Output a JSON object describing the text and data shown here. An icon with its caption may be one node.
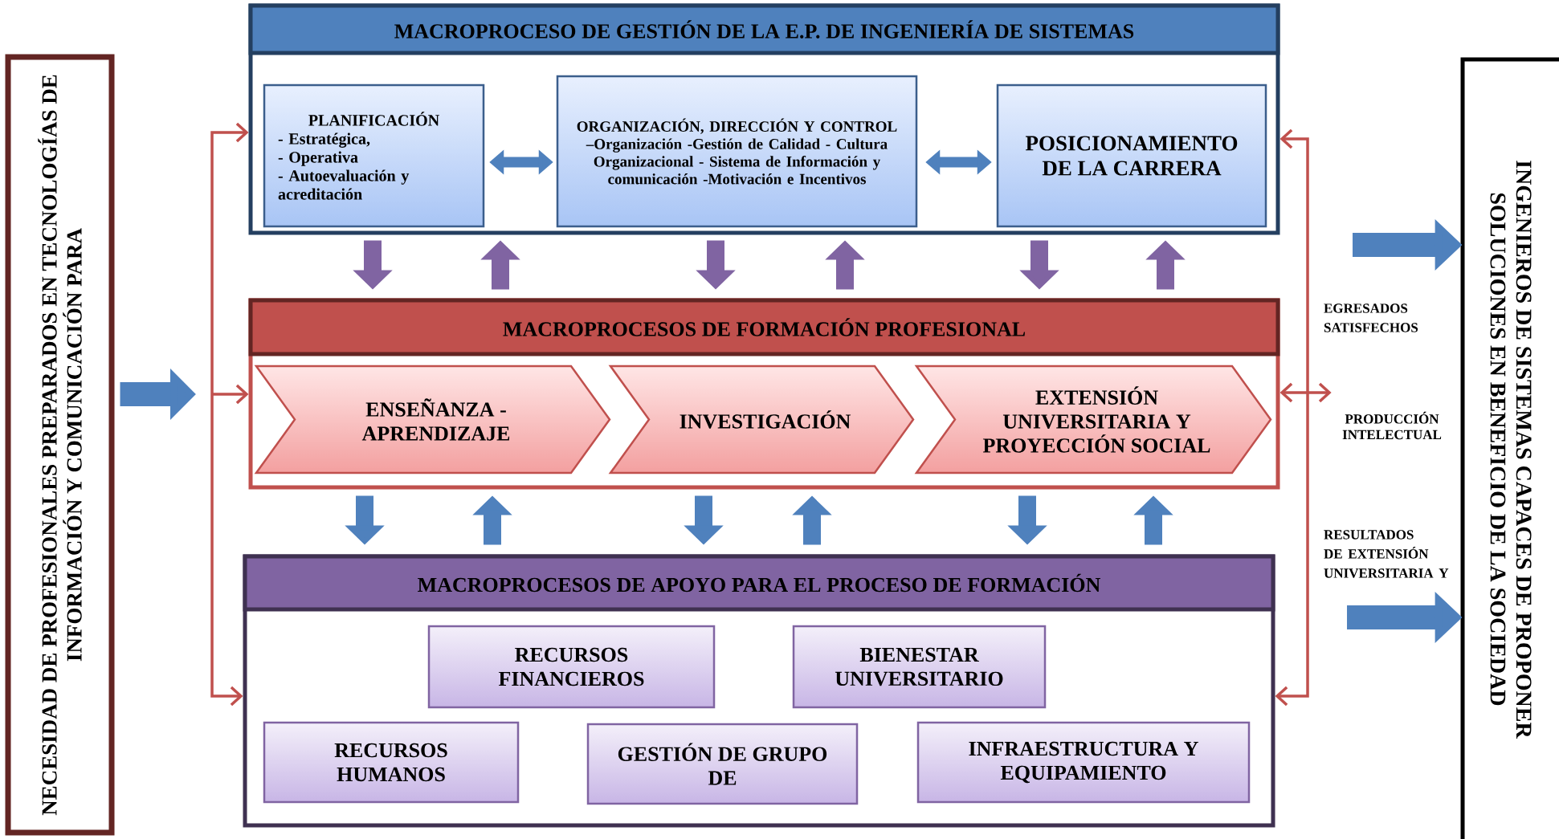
{
  "diagram": {
    "nodes": [
      {
        "text": [
          "NECESIDAD DE PROFESIONALES PREPARADOS EN TECNOLOGÍAS DE INFORMACIÓN Y COMUNICACIÓN PARA"
        ]
      },
      {
        "text": [
          "MACROPROCESO DE GESTIÓN DE LA E.P. DE INGENIERÍA DE SISTEMAS"
        ]
      },
      {
        "text": [
          "PLANIFICACIÓN",
          "- Estratégica,",
          "- Operativa",
          "- Autoevaluación y acreditación"
        ],
        "in": 1
      },
      {
        "text": [
          "ORGANIZACIÓN, DIRECCIÓN Y CONTROL –Organización -Gestión de Calidad - Cultura Organizacional - Sistema de Información y comunicación -Motivación e Incentivos"
        ],
        "in": 1
      },
      {
        "text": [
          "POSICIONAMIENTO DE LA CARRERA"
        ],
        "in": 1
      },
      {
        "text": [
          "MACROPROCESOS DE FORMACIÓN PROFESIONAL"
        ]
      },
      {
        "text": [
          "ENSEÑANZA - APRENDIZAJE"
        ],
        "in": 5
      },
      {
        "text": [
          "INVESTIGACIÓN"
        ],
        "in": 5
      },
      {
        "text": [
          "EXTENSIÓN UNIVERSITARIA Y PROYECCIÓN SOCIAL"
        ],
        "in": 5
      },
      {
        "text": [
          "MACROPROCESOS DE APOYO PARA EL PROCESO DE FORMACIÓN"
        ]
      },
      {
        "text": [
          "RECURSOS FINANCIEROS"
        ],
        "in": 9
      },
      {
        "text": [
          "BIENESTAR UNIVERSITARIO"
        ],
        "in": 9
      },
      {
        "text": [
          "RECURSOS HUMANOS"
        ],
        "in": 9
      },
      {
        "text": [
          "GESTIÓN DE GRUPO DE"
        ],
        "in": 9
      },
      {
        "text": [
          "INFRAESTRUCTURA Y EQUIPAMIENTO"
        ],
        "in": 9
      },
      {
        "text": [
          "PRODUCCIÓN INTELECTUAL"
        ]
      },
      {
        "text": [
          "INGENIEROS DE SISTEMAS CAPACES DE PROPONER SOLUCIONES EN BENEFICIO DE LA SOCIEDAD"
        ]
      }
    ],
    "edges": [
      {
        "from": 2,
        "to": 3,
        "arrow": "both"
      },
      {
        "from": 3,
        "to": 4,
        "arrow": "both"
      },
      {
        "from": 1,
        "to": 5,
        "arrow": "to",
        "color": "#8064a2"
      },
      {
        "from": 5,
        "to": 1,
        "arrow": "to",
        "color": "#8064a2"
      },
      {
        "from": 1,
        "to": 5,
        "arrow": "to",
        "color": "#8064a2"
      },
      {
        "from": 5,
        "to": 1,
        "arrow": "to",
        "color": "#8064a2"
      },
      {
        "from": 1,
        "to": 5,
        "arrow": "to",
        "color": "#8064a2"
      },
      {
        "from": 5,
        "to": 1,
        "arrow": "to",
        "color": "#8064a2"
      },
      {
        "from": 5,
        "to": 9,
        "arrow": "to"
      },
      {
        "from": 9,
        "to": 5,
        "arrow": "to"
      },
      {
        "from": 5,
        "to": 9,
        "arrow": "to"
      },
      {
        "from": 9,
        "to": 5,
        "arrow": "to"
      },
      {
        "from": 5,
        "to": 9,
        "arrow": "to"
      },
      {
        "from": 9,
        "to": 5,
        "arrow": "to"
      },
      {
        "from": 0,
        "to": null,
        "arrow": "to"
      },
      {
        "from": null,
        "to": 1,
        "arrow": "to",
        "color": "#c0504d"
      },
      {
        "from": null,
        "to": 5,
        "arrow": "to",
        "color": "#c0504d"
      },
      {
        "from": null,
        "to": 9,
        "arrow": "to",
        "color": "#c0504d"
      },
      {
        "from": null,
        "to": 1,
        "arrow": "to",
        "color": "#c0504d"
      },
      {
        "from": null,
        "to": 5,
        "arrow": "to",
        "color": "#c0504d"
      },
      {
        "from": null,
        "to": 9,
        "arrow": "to",
        "color": "#c0504d"
      },
      {
        "from": null,
        "to": 15,
        "arrow": "to",
        "color": "#c0504d"
      },
      {
        "from": null,
        "to": 16,
        "arrow": "to"
      },
      {
        "from": null,
        "to": 16,
        "arrow": "to"
      }
    ],
    "labels": [
      "EGRESADOS SATISFECHOS",
      "RESULTADOS DE EXTENSIÓN UNIVERSITARIA Y"
    ]
  }
}
